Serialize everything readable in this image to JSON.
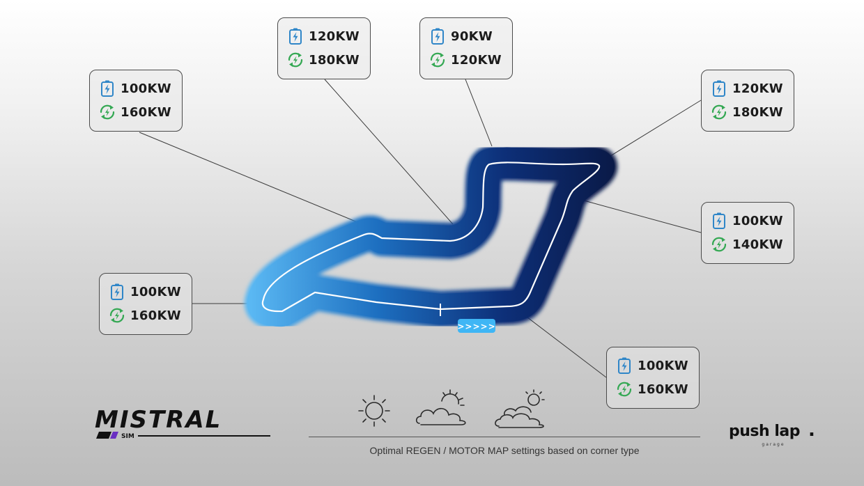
{
  "callouts": [
    {
      "id": "turn-1",
      "motor": "100KW",
      "regen": "160KW"
    },
    {
      "id": "turn-2",
      "motor": "120KW",
      "regen": "180KW"
    },
    {
      "id": "turn-3",
      "motor": "90KW",
      "regen": "120KW"
    },
    {
      "id": "turn-4",
      "motor": "120KW",
      "regen": "180KW"
    },
    {
      "id": "turn-5",
      "motor": "100KW",
      "regen": "140KW"
    },
    {
      "id": "turn-6",
      "motor": "100KW",
      "regen": "160KW"
    },
    {
      "id": "turn-7",
      "motor": "100KW",
      "regen": "160KW"
    }
  ],
  "direction_arrows": ">>>>>",
  "weather_icons": [
    "sun-icon",
    "partly-cloudy-icon",
    "cloudy-icon"
  ],
  "brand": {
    "name": "MISTRAL",
    "sub": "SIM"
  },
  "partner": {
    "name": "push lap",
    "dot": ".",
    "sub": "garage"
  },
  "caption": "Optimal REGEN / MOTOR MAP settings based on corner type",
  "colors": {
    "motor": "#2f86c8",
    "regen": "#34a853",
    "track_start": "#5ab8f3",
    "track_end": "#0a1a48"
  }
}
